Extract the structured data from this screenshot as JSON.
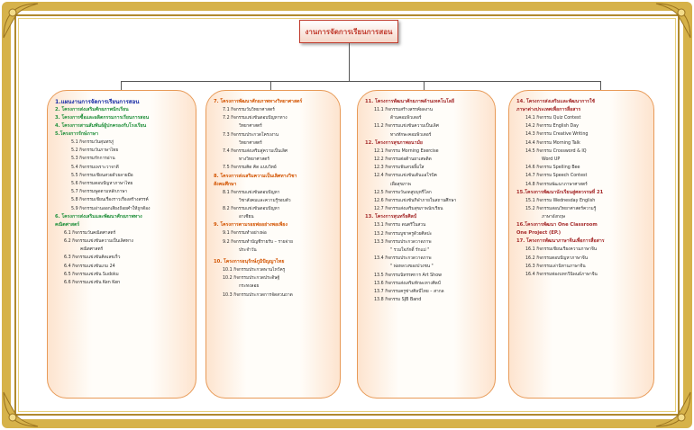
{
  "title": "งานการจัดการเรียนการสอน",
  "columns": [
    {
      "items": [
        {
          "t": "h",
          "cls": "big",
          "text": "1.แผนงานการจัดการเรียนการสอน"
        },
        {
          "t": "h",
          "cls": "green",
          "text": "2. โครงการส่งเสริมศักยภาพนักเรียน"
        },
        {
          "t": "h",
          "cls": "green",
          "text": "3. โครงการซื้อและผลิตกรรมการเรียนการสอน"
        },
        {
          "t": "h",
          "cls": "green",
          "text": "4. โครงการสานสัมพันธ์ผู้ปกครองกับโรงเรียน"
        },
        {
          "t": "h",
          "cls": "green",
          "text": "5.โครงการรักษ์ภาษา"
        },
        {
          "t": "s",
          "cls": "ind2",
          "text": "5.1 กิจกรรมวันสุนทรภู่"
        },
        {
          "t": "s",
          "cls": "ind2",
          "text": "5.2 กิจกรรมวันภาษาไทย"
        },
        {
          "t": "s",
          "cls": "ind2",
          "text": "5.3 กิจกรรมรักการอ่าน"
        },
        {
          "t": "s",
          "cls": "ind2",
          "text": "5.4 กิจกรรมเพราะวาจาดี"
        },
        {
          "t": "s",
          "cls": "ind2",
          "text": "5.5 กิจกรรมเขียนสวยด้วยลายมือ"
        },
        {
          "t": "s",
          "cls": "ind2",
          "text": "5.6 กิจกรรมตอบปัญหาภาษาไทย"
        },
        {
          "t": "s",
          "cls": "ind2",
          "text": "5.7 กิจกรรมพูดตามหลักภาษา"
        },
        {
          "t": "s",
          "cls": "ind2",
          "text": "5.8 กิจกรรมเขียนเรื่องราวเรื่องสร้างสรรค์"
        },
        {
          "t": "s",
          "cls": "ind2",
          "text": "5.9 กิจกรรมอ่านออกเสียงถ้อยคำให้ถูกต้อง"
        },
        {
          "t": "h",
          "cls": "green",
          "text": "6. โครงการส่งเสริมและพัฒนาศักยภาพทาง"
        },
        {
          "t": "h",
          "cls": "green",
          "text": "คณิตศาสตร์"
        },
        {
          "t": "s",
          "cls": "ind1",
          "text": "6.1 กิจกรรมวันคณิตศาสตร์"
        },
        {
          "t": "s",
          "cls": "ind1",
          "text": "6.2 กิจกรรมแข่งขันความเป็นเลิศทาง"
        },
        {
          "t": "s",
          "cls": "ind3",
          "text": "คณิตศาสตร์"
        },
        {
          "t": "s",
          "cls": "ind1",
          "text": "6.3 กิจกรรมแข่งขันคิดเลขเร็ว"
        },
        {
          "t": "s",
          "cls": "ind1",
          "text": "6.4 กิจกรรมแข่งขันเกม 24"
        },
        {
          "t": "s",
          "cls": "ind1",
          "text": "6.5 กิจกรรมแข่งขัน Sudoku"
        },
        {
          "t": "s",
          "cls": "ind1",
          "text": "6.6 กิจกรรมแข่งขัน Ken Ken"
        }
      ]
    },
    {
      "items": [
        {
          "t": "h",
          "cls": "orange",
          "text": "7. โครงการพัฒนาศักยภาพทางวิทยาศาสตร์"
        },
        {
          "t": "s",
          "cls": "ind1",
          "text": "7.1 กิจกรรมวันวิทยาศาสตร์"
        },
        {
          "t": "s",
          "cls": "ind1",
          "text": "7.2 กิจกรรมแข่งขันตอบปัญหาทาง"
        },
        {
          "t": "s",
          "cls": "ind3",
          "text": "วิทยาศาสตร์"
        },
        {
          "t": "s",
          "cls": "ind1",
          "text": "7.3 กิจกรรมประกวดโครงงาน"
        },
        {
          "t": "s",
          "cls": "ind3",
          "text": "วิทยาศาสตร์"
        },
        {
          "t": "s",
          "cls": "ind1",
          "text": "7.4 กิจกรรมส่งเสริมสู่ความเป็นเลิศ"
        },
        {
          "t": "s",
          "cls": "ind3",
          "text": "ทางวิทยาศาสตร์"
        },
        {
          "t": "s",
          "cls": "ind1",
          "text": "7.5 กิจกรรมคิด คิด แบบวิทย์"
        },
        {
          "t": "h",
          "cls": "orange",
          "text": "8. โครงการส่งเสริมความเป็นเลิศทางวิชา"
        },
        {
          "t": "h",
          "cls": "orange",
          "text": "สังคมศึกษา"
        },
        {
          "t": "s",
          "cls": "ind1",
          "text": "8.1 กิจกรรมแข่งขันตอบปัญหา"
        },
        {
          "t": "s",
          "cls": "ind3",
          "text": "วิชาสังคมและความรู้รอบตัว"
        },
        {
          "t": "s",
          "cls": "ind1",
          "text": "8.2 กิจกรรมแข่งขันตอบปัญหา"
        },
        {
          "t": "s",
          "cls": "ind3",
          "text": "อาเซียน"
        },
        {
          "t": "h",
          "cls": "orange",
          "text": "9. โครงการตามรอยพ่ออย่างพอเพียง"
        },
        {
          "t": "s",
          "cls": "ind1",
          "text": "9.1 กิจกรรมทำอย่างพ่อ"
        },
        {
          "t": "s",
          "cls": "ind1",
          "text": "9.2 กิจกรรมทำบัญชีรายรับ – รายจ่าย"
        },
        {
          "t": "s",
          "cls": "ind3",
          "text": "ประจำวัน"
        },
        {
          "t": "gap"
        },
        {
          "t": "h",
          "cls": "orange",
          "text": "10. โครงการอนุรักษ์ภูมิปัญญาไทย"
        },
        {
          "t": "s",
          "cls": "ind1",
          "text": "10.1 กิจกรรมประกวดพานไหว้ครู"
        },
        {
          "t": "s",
          "cls": "ind1",
          "text": "10.2 กิจกรรมประกวดประดิษฐ์"
        },
        {
          "t": "s",
          "cls": "ind3",
          "text": "กระทงลอย"
        },
        {
          "t": "s",
          "cls": "ind1",
          "text": "10.3 กิจกรรมประกวดการจัดสวนถาด"
        }
      ]
    },
    {
      "items": [
        {
          "t": "h",
          "cls": "darkred",
          "text": "11. โครงการพัฒนาศักยภาพด้านเทคโนโลยี"
        },
        {
          "t": "s",
          "cls": "ind1",
          "text": "11.1 กิจกรรมสร้างสรรค์ผลงาน"
        },
        {
          "t": "s",
          "cls": "ind3",
          "text": "ด้านคอมพิวเตอร์"
        },
        {
          "t": "s",
          "cls": "ind1",
          "text": "11.2 กิจกรรมแข่งขันความเป็นเลิศ"
        },
        {
          "t": "s",
          "cls": "ind3",
          "text": "ทางทักษะคอมพิวเตอร์"
        },
        {
          "t": "h",
          "cls": "darkred",
          "text": "12. โครงการสุขภาพอนามัย"
        },
        {
          "t": "s",
          "cls": "ind1",
          "text": "12.1 กิจกรรม Morning  Exercise"
        },
        {
          "t": "s",
          "cls": "ind1",
          "text": "12.2 กิจกรรมต่อต้านยาเสพติด"
        },
        {
          "t": "s",
          "cls": "ind1",
          "text": "12.3 กิจกรรมฟันสวยยิ้มใส"
        },
        {
          "t": "s",
          "cls": "ind1",
          "text": "12.4 กิจกรรมแข่งขันเต้นแอโรบิค"
        },
        {
          "t": "s",
          "cls": "ind3",
          "text": "เพื่อสุขภาพ"
        },
        {
          "t": "s",
          "cls": "ind1",
          "text": "12.5 กิจกรรมวันงดสูบบุหรี่โลก"
        },
        {
          "t": "s",
          "cls": "ind1",
          "text": "12.6 กิจกรรมแข่งขันกีฬาภายในสถานศึกษา"
        },
        {
          "t": "s",
          "cls": "ind1",
          "text": "12.7 กิจกรรมส่งเสริมสุขภาพนักเรียน"
        },
        {
          "t": "h",
          "cls": "darkred",
          "text": "13. โครงการสุนทรียศิลป์"
        },
        {
          "t": "s",
          "cls": "ind1",
          "text": "13.1 กิจกรรม ดนตรีในสวน"
        },
        {
          "t": "s",
          "cls": "ind1",
          "text": "13.2 กิจกรรมบูชาครูด้วยศิลปะ"
        },
        {
          "t": "s",
          "cls": "ind1",
          "text": "13.3 กิจกรรมประกวดวาดภาพ"
        },
        {
          "t": "s",
          "cls": "ind3",
          "text": "\" รวมใจภักดิ์ รักแม่ \""
        },
        {
          "t": "s",
          "cls": "ind1",
          "text": "13.4 กิจกรรมประกวดวาดภาพ"
        },
        {
          "t": "s",
          "cls": "ind3",
          "text": "\" พ่อหลวงของปวงชน \""
        },
        {
          "t": "s",
          "cls": "ind1",
          "text": "13.5 กิจกรรมนิทรรศการ Art  Show"
        },
        {
          "t": "s",
          "cls": "ind1",
          "text": "13.6 กิจกรรมส่งเสริมทักษะทางศิลป์"
        },
        {
          "t": "s",
          "cls": "ind1",
          "text": "13.7 กิจกรรมครูช่างศิลป์ไทย – สากล"
        },
        {
          "t": "s",
          "cls": "ind1",
          "text": "13.8 กิจกรรม  SJB  Band"
        }
      ]
    },
    {
      "items": [
        {
          "t": "h",
          "cls": "darkred",
          "text": "14. โครงการส่งเสริมและพัฒนาการใช้"
        },
        {
          "t": "h",
          "cls": "darkred",
          "text": "ภาษาต่างประเทศเพื่อการสื่อสาร"
        },
        {
          "t": "s",
          "cls": "ind1",
          "text": "14.1 กิจกรรม Quiz Contest"
        },
        {
          "t": "s",
          "cls": "ind1",
          "text": "14.2 กิจกรรม English Day"
        },
        {
          "t": "s",
          "cls": "ind1",
          "text": "14.3 กิจกรรม Creative Writing"
        },
        {
          "t": "s",
          "cls": "ind1",
          "text": "14.4 กิจกรรม  Morning Talk"
        },
        {
          "t": "s",
          "cls": "ind1",
          "text": "14.5 กิจกรรม Crossword & IQ"
        },
        {
          "t": "s",
          "cls": "ind3",
          "text": "Word  UP"
        },
        {
          "t": "s",
          "cls": "ind1",
          "text": "14.6 กิจกรรม Spelling Bee"
        },
        {
          "t": "s",
          "cls": "ind1",
          "text": "14.7 กิจกรรม Speech  Contest"
        },
        {
          "t": "s",
          "cls": "ind1",
          "text": "14.8 กิจกรรมพัฒนาภาษาศาสตร์"
        },
        {
          "t": "h",
          "cls": "darkred",
          "text": "15.โครงการพัฒนานักเรียนสู่ศตวรรษที่ 21"
        },
        {
          "t": "s",
          "cls": "ind1",
          "text": "15.1 กิจกรรม Wednesday  English"
        },
        {
          "t": "s",
          "cls": "ind1",
          "text": "15.2 กิจกรรมสอนวิทยาศาสตร์ความรู้"
        },
        {
          "t": "s",
          "cls": "ind3",
          "text": "ภาษาอังกฤษ"
        },
        {
          "t": "h",
          "cls": "darkred",
          "text": "16.โครงการพัฒนา  One  Classroom"
        },
        {
          "t": "h",
          "cls": "darkred",
          "text": "     One  Project (EP.)"
        },
        {
          "t": "h",
          "cls": "darkred",
          "text": "17. โครงการพัฒนาภาษาจีนเพื่อการสื่อสาร"
        },
        {
          "t": "s",
          "cls": "ind1",
          "text": "16.1 กิจกรรมเขียนเรียงความภาษาจีน"
        },
        {
          "t": "s",
          "cls": "ind1",
          "text": "16.2 กิจกรรมตอบปัญหาภาษาจีน"
        },
        {
          "t": "s",
          "cls": "ind1",
          "text": "16.3 กิจกรรมเล่านิทานภาษาจีน"
        },
        {
          "t": "s",
          "cls": "ind1",
          "text": "16.4 กิจกรรมท่องบทกวีนิพนธ์ภาษาจีน"
        }
      ]
    }
  ]
}
